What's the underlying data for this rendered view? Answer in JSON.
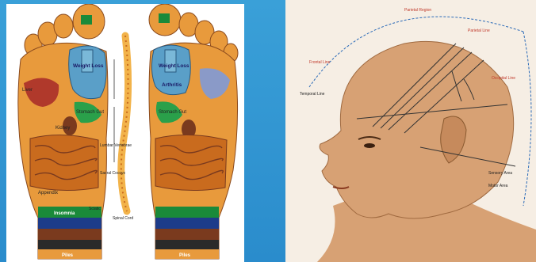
{
  "feet": {
    "labels": {
      "weight_loss_left": "Weight Loss",
      "weight_loss_right": "Weight Loss",
      "arthritis": "Arthritis",
      "stomach_gut_left": "Stomach Gut",
      "stomach_gut_right": "Stomach Gut",
      "liver": "Liver",
      "kidney": "Kidney",
      "appendix": "Appendix",
      "lumbar": "Lumbar Vertebrae",
      "sacral": "Sacral Coccyx",
      "spinal_cord": "Spinal Cord",
      "sciatic": "Sciatic",
      "piles_left": "Piles",
      "piles_right": "Piles",
      "insomnia": "Insomnia"
    }
  },
  "head": {
    "labels": {
      "top": "Parietal Region",
      "parietal": "Parietal Line",
      "frontal": "Frontal Line",
      "temporal": "Temporal Line",
      "occipital": "Occipital Line",
      "sensory": "Sensory Area",
      "motor": "Motor Area"
    }
  },
  "colors": {
    "sole": "#e89a3c",
    "sole_dark": "#c96b1e",
    "thyroid_blue": "#5a9fc8",
    "green_band": "#1a8a3a",
    "blue_band": "#1d3c8a",
    "brown_band": "#7a3a1e",
    "skin": "#e8b48a",
    "head_skin": "#d7a174"
  }
}
